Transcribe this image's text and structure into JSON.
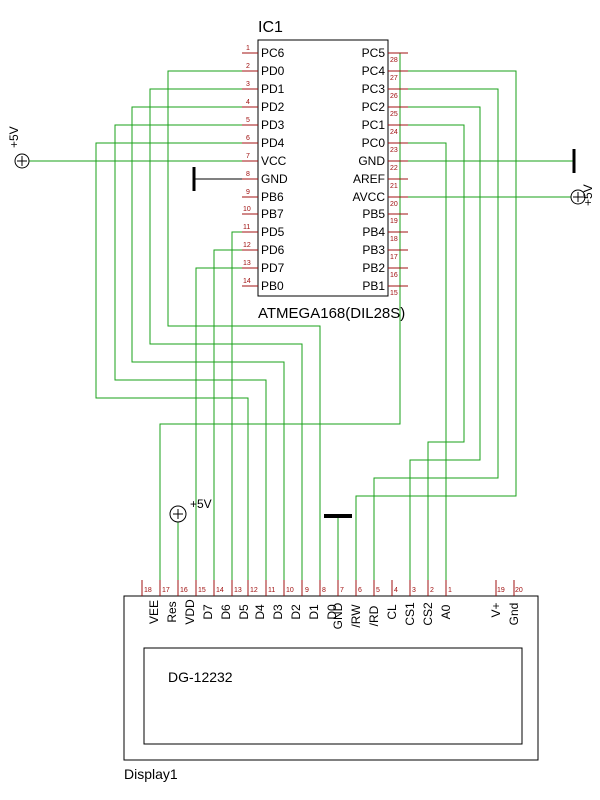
{
  "ic": {
    "ref": "IC1",
    "part": "ATMEGA168(DIL28S)",
    "left_pins": [
      {
        "num": "1",
        "name": "PC6"
      },
      {
        "num": "2",
        "name": "PD0"
      },
      {
        "num": "3",
        "name": "PD1"
      },
      {
        "num": "4",
        "name": "PD2"
      },
      {
        "num": "5",
        "name": "PD3"
      },
      {
        "num": "6",
        "name": "PD4"
      },
      {
        "num": "7",
        "name": "VCC"
      },
      {
        "num": "8",
        "name": "GND"
      },
      {
        "num": "9",
        "name": "PB6"
      },
      {
        "num": "10",
        "name": "PB7"
      },
      {
        "num": "11",
        "name": "PD5"
      },
      {
        "num": "12",
        "name": "PD6"
      },
      {
        "num": "13",
        "name": "PD7"
      },
      {
        "num": "14",
        "name": "PB0"
      }
    ],
    "right_pins": [
      {
        "num": "28",
        "name": "PC5"
      },
      {
        "num": "27",
        "name": "PC4"
      },
      {
        "num": "26",
        "name": "PC3"
      },
      {
        "num": "25",
        "name": "PC2"
      },
      {
        "num": "24",
        "name": "PC1"
      },
      {
        "num": "23",
        "name": "PC0"
      },
      {
        "num": "22",
        "name": "GND"
      },
      {
        "num": "21",
        "name": "AREF"
      },
      {
        "num": "20",
        "name": "AVCC"
      },
      {
        "num": "19",
        "name": "PB5"
      },
      {
        "num": "18",
        "name": "PB4"
      },
      {
        "num": "17",
        "name": "PB3"
      },
      {
        "num": "16",
        "name": "PB2"
      },
      {
        "num": "15",
        "name": "PB1"
      }
    ]
  },
  "display": {
    "ref": "Display1",
    "part": "DG-12232",
    "pins": [
      {
        "num": "18",
        "name": "VEE"
      },
      {
        "num": "17",
        "name": "Res"
      },
      {
        "num": "16",
        "name": "VDD"
      },
      {
        "num": "15",
        "name": "D7"
      },
      {
        "num": "14",
        "name": "D6"
      },
      {
        "num": "13",
        "name": "D5"
      },
      {
        "num": "12",
        "name": "D4"
      },
      {
        "num": "11",
        "name": "D3"
      },
      {
        "num": "10",
        "name": "D2"
      },
      {
        "num": "9",
        "name": "D1"
      },
      {
        "num": "8",
        "name": "D0"
      },
      {
        "num": "7",
        "name": "GND"
      },
      {
        "num": "6",
        "name": "/RW"
      },
      {
        "num": "5",
        "name": "/RD"
      },
      {
        "num": "4",
        "name": "CL"
      },
      {
        "num": "3",
        "name": "CS1"
      },
      {
        "num": "2",
        "name": "CS2"
      },
      {
        "num": "1",
        "name": "A0"
      },
      {
        "num": "19",
        "name": "V+"
      },
      {
        "num": "20",
        "name": "Gnd"
      }
    ]
  },
  "power": {
    "vcc_left_label": "+5V",
    "avcc_right_label": "+5V",
    "display_vdd_label": "+5V"
  },
  "colors": {
    "wire": "#1aa21a",
    "pin": "#a01010",
    "outline": "#000000"
  }
}
